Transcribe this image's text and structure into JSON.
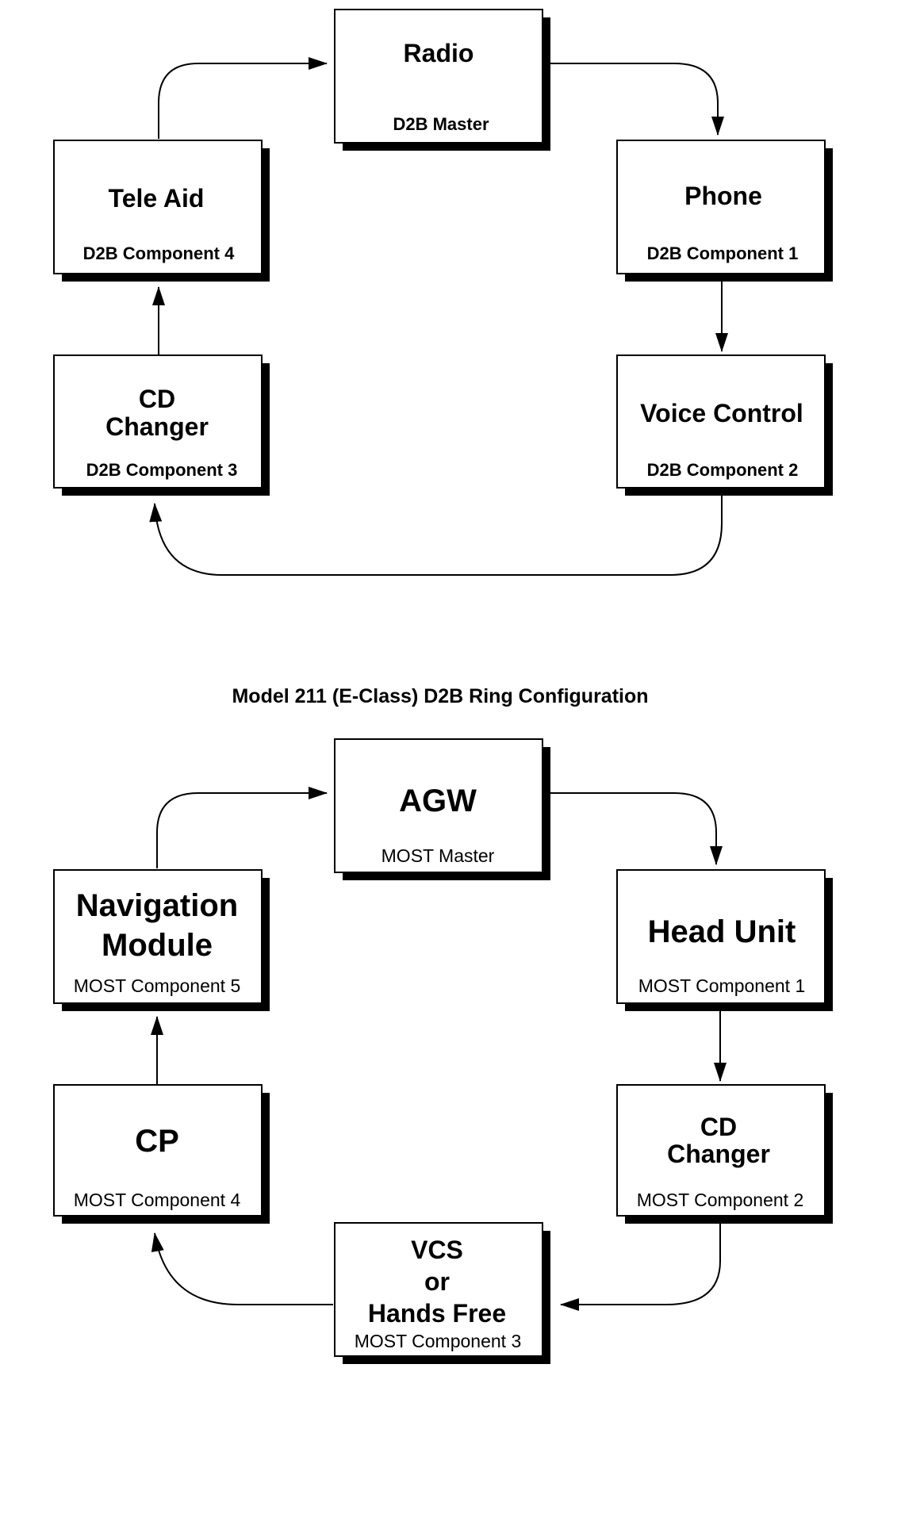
{
  "d2b_ring": {
    "nodes": [
      {
        "id": "radio",
        "title_lines": [
          "Radio"
        ],
        "subtitle": "D2B Master"
      },
      {
        "id": "phone",
        "title_lines": [
          "Phone"
        ],
        "subtitle": "D2B Component 1"
      },
      {
        "id": "voice-control",
        "title_lines": [
          "Voice Control"
        ],
        "subtitle": "D2B Component 2"
      },
      {
        "id": "cd-changer",
        "title_lines": [
          "CD",
          "Changer"
        ],
        "subtitle": "D2B Component 3"
      },
      {
        "id": "tele-aid",
        "title_lines": [
          "Tele Aid"
        ],
        "subtitle": "D2B Component 4"
      }
    ],
    "links": [
      [
        "tele-aid",
        "radio"
      ],
      [
        "radio",
        "phone"
      ],
      [
        "phone",
        "voice-control"
      ],
      [
        "voice-control",
        "cd-changer"
      ],
      [
        "cd-changer",
        "tele-aid"
      ]
    ],
    "caption": "Model 211 (E-Class) D2B Ring Configuration"
  },
  "most_ring": {
    "nodes": [
      {
        "id": "agw",
        "title_lines": [
          "AGW"
        ],
        "subtitle": "MOST Master"
      },
      {
        "id": "head-unit",
        "title_lines": [
          "Head Unit"
        ],
        "subtitle": "MOST Component 1"
      },
      {
        "id": "cd-changer",
        "title_lines": [
          "CD",
          "Changer"
        ],
        "subtitle": "MOST Component 2"
      },
      {
        "id": "vcs-hands-free",
        "title_lines": [
          "VCS",
          "or",
          "Hands Free"
        ],
        "subtitle": "MOST Component 3"
      },
      {
        "id": "cp",
        "title_lines": [
          "CP"
        ],
        "subtitle": "MOST Component 4"
      },
      {
        "id": "navigation-module",
        "title_lines": [
          "Navigation",
          "Module"
        ],
        "subtitle": "MOST Component 5"
      }
    ],
    "links": [
      [
        "navigation-module",
        "agw"
      ],
      [
        "agw",
        "head-unit"
      ],
      [
        "head-unit",
        "cd-changer"
      ],
      [
        "cd-changer",
        "vcs-hands-free"
      ],
      [
        "vcs-hands-free",
        "cp"
      ],
      [
        "cp",
        "navigation-module"
      ]
    ]
  },
  "colors": {
    "line": "#000000",
    "box_fill": "#ffffff",
    "shadow": "#000000",
    "background": "#ffffff"
  }
}
